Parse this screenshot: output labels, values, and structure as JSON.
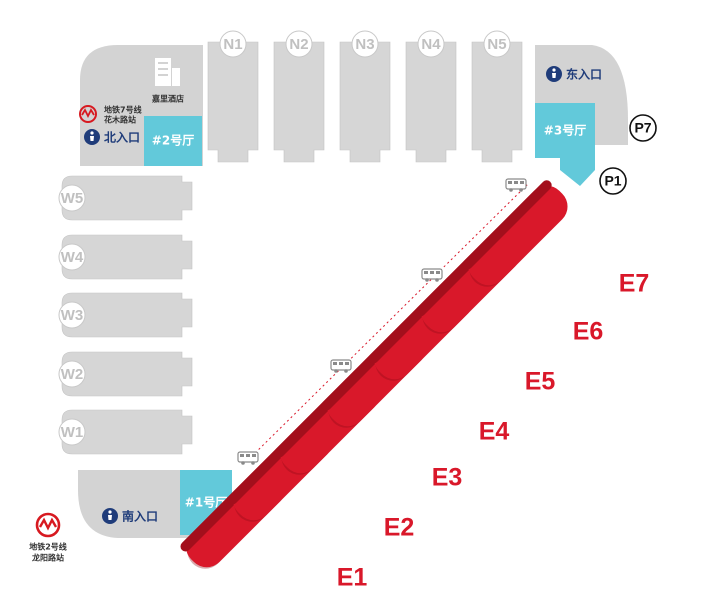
{
  "north_halls": [
    "N1",
    "N2",
    "N3",
    "N4",
    "N5"
  ],
  "west_halls": [
    "W5",
    "W4",
    "W3",
    "W2",
    "W1"
  ],
  "east_halls": [
    "E1",
    "E2",
    "E3",
    "E4",
    "E5",
    "E6",
    "E7"
  ],
  "halls": {
    "hall2": "#2号厅",
    "hall1": "#1号厅",
    "hall3": "#3号厅"
  },
  "entrances": {
    "north": "北入口",
    "east": "东入口",
    "south": "南入口"
  },
  "hotel": "嘉里酒店",
  "metro_line7": [
    "地铁7号线",
    "花木路站"
  ],
  "metro_line2": [
    "地铁2号线",
    "龙阳路站"
  ],
  "parking": [
    "P7",
    "P1"
  ],
  "colors": {
    "east_hall_red": "#d9182a",
    "lobby_cyan": "#62c9da",
    "hall_grey": "#d6d6d6",
    "entrance_blue": "#1f3c7a",
    "metro_red": "#d71920"
  }
}
